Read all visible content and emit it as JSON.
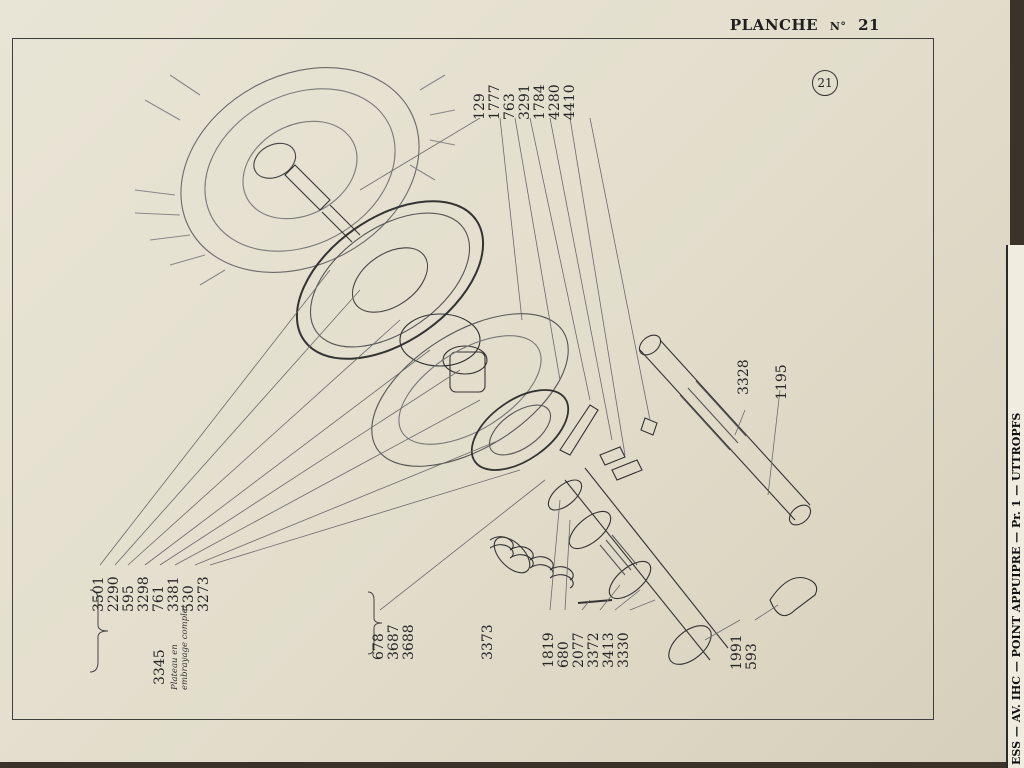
{
  "page": {
    "header_word": "PLANCHE",
    "header_no": "N°",
    "header_number": "21",
    "plate_badge": "21"
  },
  "callouts": {
    "top": [
      "129",
      "1777",
      "763",
      "3291",
      "1784",
      "4280",
      "4410"
    ],
    "left": [
      "3501",
      "2290",
      "595",
      "3298",
      "761",
      "3381",
      "530",
      "3273"
    ],
    "group_ref": "3345",
    "group_caption": [
      "Plateau en",
      "embrayage complet"
    ],
    "mid_group": [
      "678",
      "3687",
      "3688"
    ],
    "spring": "3373",
    "bottom": [
      "1819",
      "680",
      "2077",
      "3372",
      "3413",
      "3330"
    ],
    "bottom_right": [
      "1991",
      "593"
    ],
    "shaft": [
      "3328",
      "1195"
    ]
  },
  "edge_book": {
    "text": "ESS — AV. IHC — POINT APPUIPRE — Pr. 1 — UTTROPFS"
  }
}
